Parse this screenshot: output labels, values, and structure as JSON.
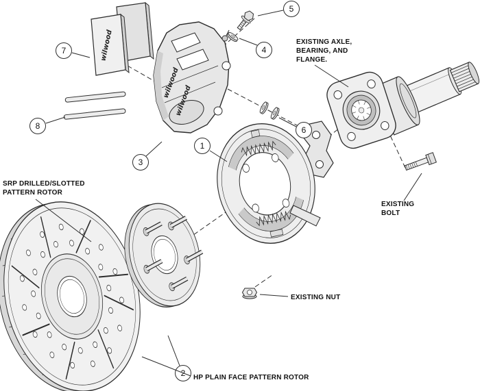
{
  "colors": {
    "background": "#ffffff",
    "ink": "#2b2b2b"
  },
  "brand": "wilwood",
  "callouts": {
    "c1": "1",
    "c2": "2",
    "c3": "3",
    "c4": "4",
    "c5": "5",
    "c6": "6",
    "c7": "7",
    "c8": "8"
  },
  "labels": {
    "axle_line1": "EXISTING AXLE,",
    "axle_line2": "BEARING, AND",
    "axle_line3": "FLANGE.",
    "srp_line1": "SRP DRILLED/SLOTTED",
    "srp_line2": "PATTERN ROTOR",
    "existing_bolt_line1": "EXISTING",
    "existing_bolt_line2": "BOLT",
    "existing_nut": "EXISTING NUT",
    "hp_rotor": "HP PLAIN FACE PATTERN ROTOR"
  }
}
